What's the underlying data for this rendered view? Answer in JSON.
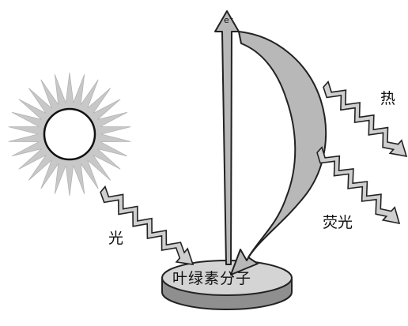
{
  "labels": {
    "light": "光",
    "heat": "热",
    "fluorescence": "荧光",
    "molecule": "叶绿素分子",
    "electron": "e⁻"
  },
  "colors": {
    "arrow_fill": "#b8b8b8",
    "wave_fill": "#cfcfcf",
    "outline": "#222222",
    "disc_top": "#d4d4d4",
    "disc_side": "#8f8f8f",
    "sun_rays": "#c0c0c0"
  }
}
